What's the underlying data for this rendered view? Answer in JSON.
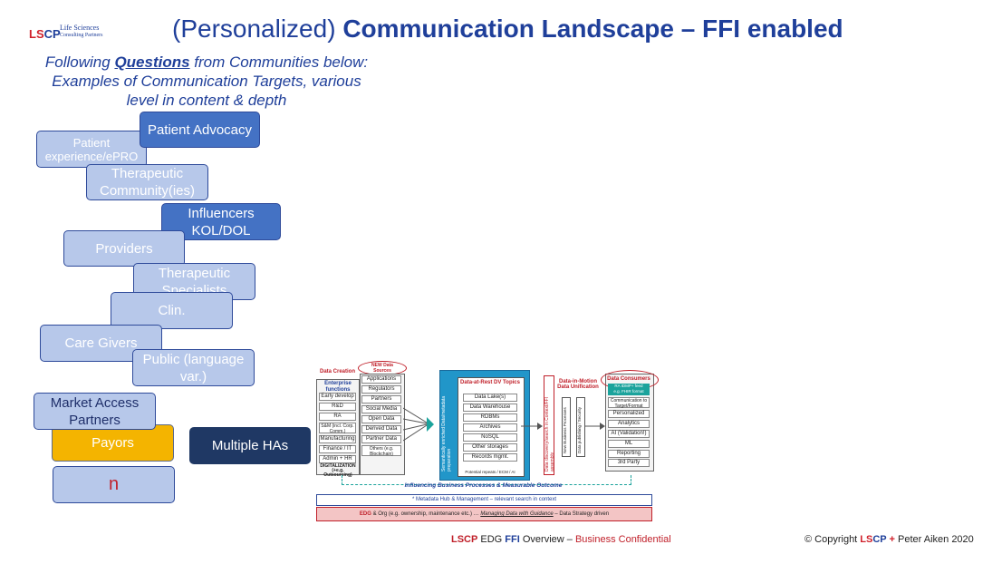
{
  "logo": {
    "text_l": "LS",
    "text_cp": "CP",
    "sub1": "Life Sciences",
    "sub2": "Consulting Partners"
  },
  "title": {
    "prefix": "(Personalized) ",
    "bold": "Communication Landscape – FFI enabled"
  },
  "subtitle": {
    "l1a": "Following ",
    "l1b": "Questions",
    "l1c": " from Communities below:",
    "l2": "Examples of Communication Targets, various",
    "l3": "level in content & depth"
  },
  "boxes": {
    "patient_advocacy": "Patient Advocacy",
    "patient_experience": "Patient experience/ePRO",
    "therapeutic_communities": "Therapeutic Community(ies)",
    "influencers": "Influencers KOL/DOL",
    "providers": "Providers",
    "therapeutic_specialists": "Therapeutic Specialists",
    "clin": "Clin.",
    "care_givers": "Care Givers",
    "public": "Public (language var.)",
    "market_access": "Market Access Partners",
    "payors": "Payors",
    "n": "n",
    "multiple_has": "Multiple HAs"
  },
  "diagram": {
    "data_creation": "Data Creation",
    "new_sources": "NEW Data Sources",
    "enterprise": "Enterprise functions",
    "enterprise_items": [
      "Early develop",
      "R&D",
      "RA",
      "S&M (incl. Corp. Comm.)",
      "Manufacturing",
      "Finance / IT",
      "Admin + HR"
    ],
    "digitalization": "DIGITALIZATION (+e.g. Outsourcing)",
    "source_items": [
      "Applications",
      "Regulators",
      "Partners",
      "Social Media",
      "Open Data",
      "Derived Data",
      "Partner Data",
      "Others (e.g. Blockchain)"
    ],
    "vertical_blue": "Semantically enriched Data/metadata preparation",
    "rest_title": "Data-at-Rest DV Topics",
    "rest_items": [
      "Data Lake(s)",
      "Data Warehouse",
      "RDBMs",
      "Archives",
      "NoSQL",
      "Other storages",
      "Records mgmt."
    ],
    "rest_footer": "Potential repeats / ECM / AI",
    "vertical_red": "Data discovery/search in Context/FFI assembly",
    "motion_title": "Data-in-Motion Data Unification",
    "nbp": "New Business Processes",
    "dps": "Data publishing / Security",
    "consumers_title": "Data Consumers",
    "consumers_teal1": "RA IDMP+ feed",
    "consumers_teal2": "e.g. FHIR format",
    "consumer_items": [
      "Communication to Target/Format",
      "Personalized",
      "Analytics",
      "AI (Validation!)",
      "ML",
      "Reporting",
      "3rd Party"
    ],
    "influencing": "Influencing Business Processes & Measurable Outcome",
    "metadata": "* Metadata Hub & Management – relevant search in context",
    "edg_a": "EDG",
    "edg_b": " & Org (e.g. ownership, maintenance etc.) … ",
    "edg_c": "Managing Data with Guidance",
    "edg_d": " – Data Strategy driven"
  },
  "footer": {
    "lscp": "LSCP",
    "edg": " EDG ",
    "ffi": "FFI",
    "rest": " Overview – ",
    "conf": "Business Confidential"
  },
  "copyright": {
    "pre": "© Copyright ",
    "ls": "LS",
    "cp": "CP",
    "plus": " + ",
    "post": "Peter Aiken 2020"
  }
}
